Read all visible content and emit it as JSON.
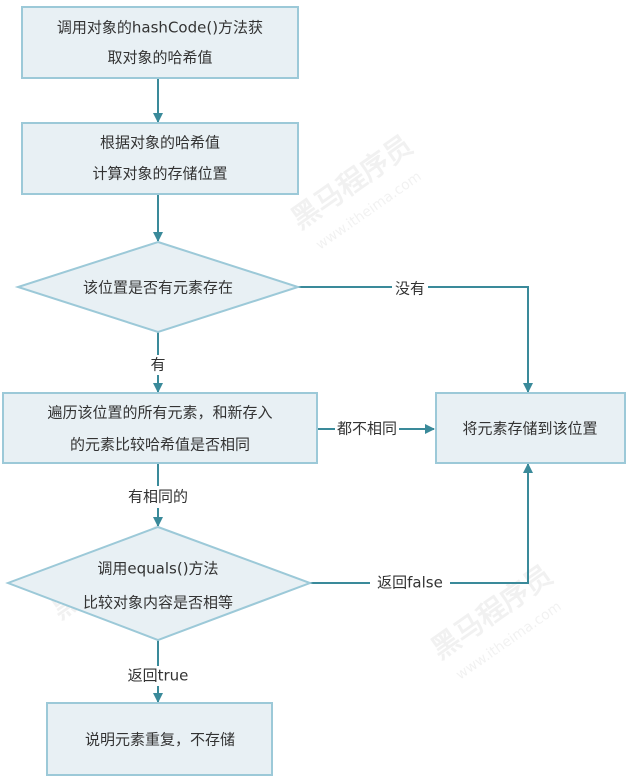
{
  "nodes": {
    "get_hash": [
      "调用对象的hashCode()方法获",
      "取对象的哈希值"
    ],
    "calc_pos": [
      "根据对象的哈希值",
      "计算对象的存储位置"
    ],
    "has_element": [
      "该位置是否有元素存在"
    ],
    "traverse": [
      "遍历该位置的所有元素，和新存入",
      "的元素比较哈希值是否相同"
    ],
    "store": [
      "将元素存储到该位置"
    ],
    "equals": [
      "调用equals()方法",
      "比较对象内容是否相等"
    ],
    "duplicate": [
      "说明元素重复，不存储"
    ]
  },
  "edges": {
    "no": "没有",
    "yes": "有",
    "all_different": "都不相同",
    "some_same": "有相同的",
    "return_false": "返回false",
    "return_true": "返回true"
  },
  "watermark": {
    "brand": "黑马程序员",
    "site": "www.itheima.com"
  },
  "colors": {
    "node_fill": "#e8f0f4",
    "node_stroke": "#9cc9d8",
    "edge": "#3a8a9a"
  }
}
